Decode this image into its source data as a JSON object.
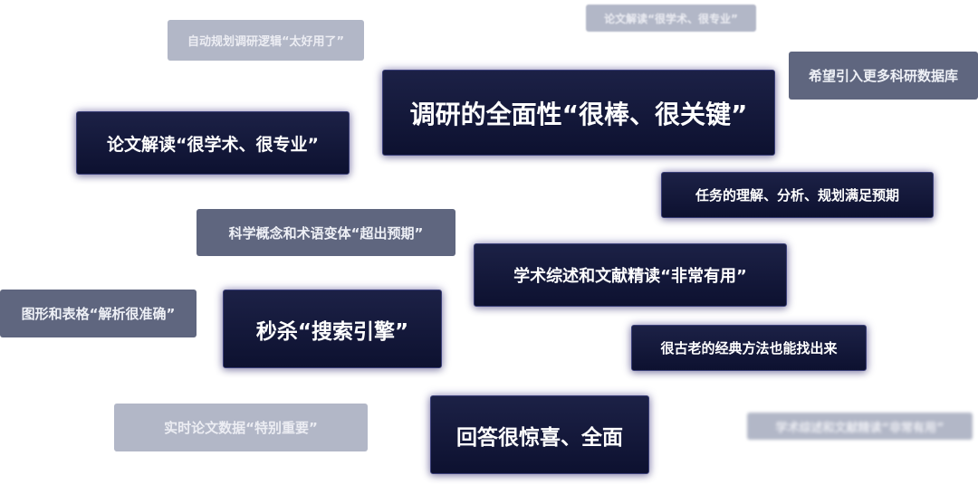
{
  "tags": [
    {
      "text": "自动规划调研逻辑“太好用了”"
    },
    {
      "text": "论文解读“很学术、很专业”"
    },
    {
      "text": "希望引入更多科研数据库"
    },
    {
      "text": "调研的全面性“很棒、很关键”"
    },
    {
      "text": "论文解读“很学术、很专业”"
    },
    {
      "text": "任务的理解、分析、规划满足预期"
    },
    {
      "text": "科学概念和术语变体“超出预期”"
    },
    {
      "text": "学术综述和文献精读“非常有用”"
    },
    {
      "text": "图形和表格“解析很准确”"
    },
    {
      "text": "秒杀“搜索引擎”"
    },
    {
      "text": "很古老的经典方法也能找出来"
    },
    {
      "text": "实时论文数据“特别重要”"
    },
    {
      "text": "回答很惊喜、全面"
    },
    {
      "text": "学术综述和文献精读“非常有用”"
    }
  ]
}
